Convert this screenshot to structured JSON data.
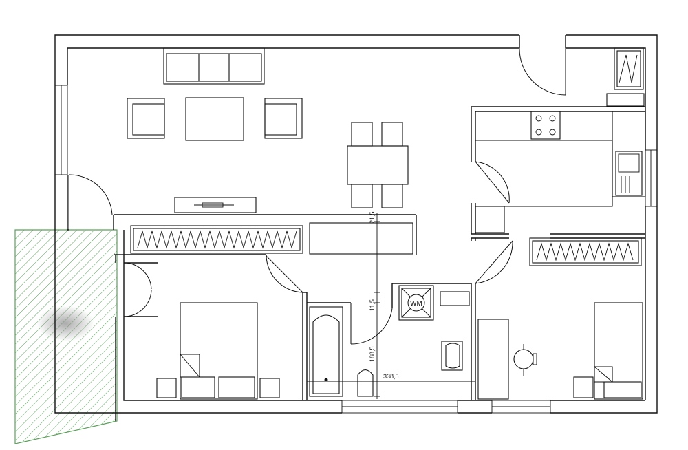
{
  "appliances": {
    "washing_machine": "WM"
  },
  "dimensions": {
    "vertical_top": "21,5",
    "vertical_mid": "11,5",
    "vertical_bath": "188,5",
    "horizontal_bath": "338,5"
  },
  "colors": {
    "balcony_hatch": "#5aa05a",
    "line": "#111111"
  }
}
